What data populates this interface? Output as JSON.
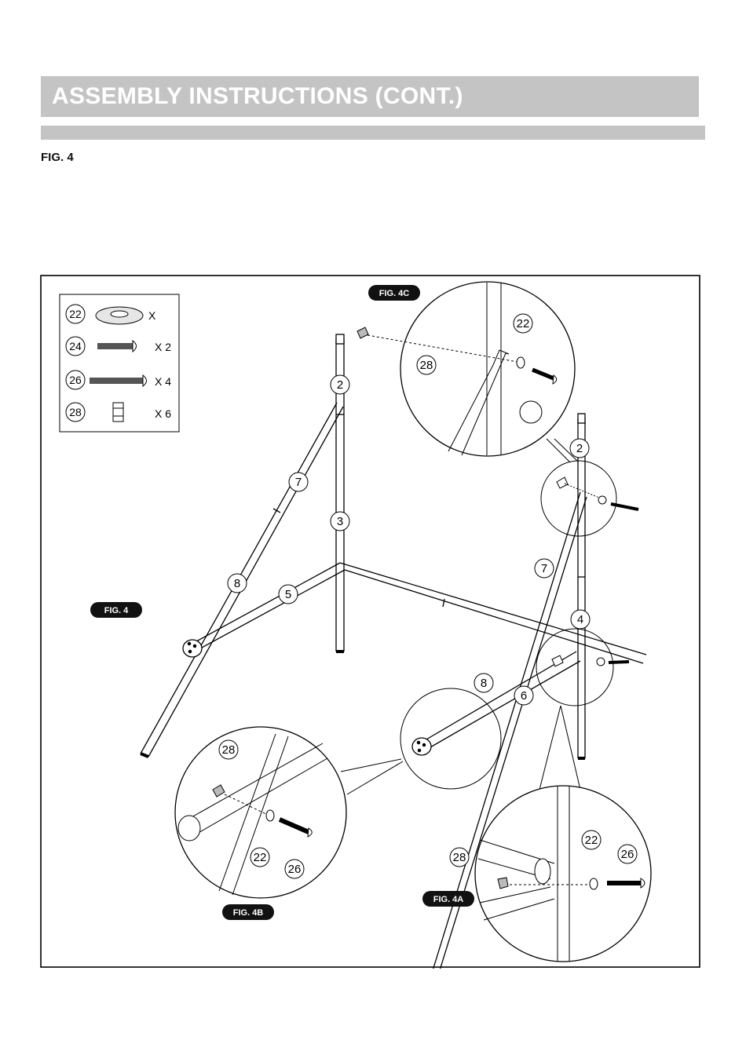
{
  "header": {
    "title": "ASSEMBLY INSTRUCTIONS (CONT.)"
  },
  "figure": {
    "label": "FIG. 4"
  },
  "parts": [
    {
      "num": "22",
      "qty": "X"
    },
    {
      "num": "24",
      "qty": "X 2"
    },
    {
      "num": "26",
      "qty": "X 4"
    },
    {
      "num": "28",
      "qty": "X 6"
    }
  ],
  "badges": {
    "fig4c": "FIG. 4C",
    "fig4": "FIG. 4",
    "fig4b": "FIG. 4B",
    "fig4a": "FIG. 4A"
  },
  "callouts": {
    "left_top": "2",
    "left_mid": "3",
    "left_brace_top": "7",
    "left_brace_low": "8",
    "left_base": "5",
    "right_top": "2",
    "right_mid": "4",
    "right_brace_top": "7",
    "right_brace_low": "8",
    "right_base": "6",
    "c_washer": "22",
    "c_nut": "28",
    "b_nut": "28",
    "b_washer": "22",
    "b_bolt": "26",
    "a_nut": "28",
    "a_washer": "22",
    "a_bolt": "26"
  }
}
